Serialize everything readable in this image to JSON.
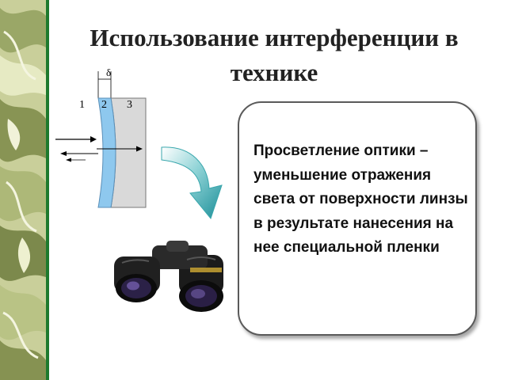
{
  "slide": {
    "title": "Использование интерференции в технике",
    "description": "Просветление оптики – уменьшение отражения света от поверхности линзы в результате нанесения на нее специальной пленки"
  },
  "diagram": {
    "delta_label": "δ",
    "region_labels": [
      "1",
      "2",
      "3"
    ]
  },
  "colors": {
    "accent_green": "#1e7a2e",
    "film_blue": "#8ec8ee",
    "arrow_teal": "#2aa0a8"
  }
}
